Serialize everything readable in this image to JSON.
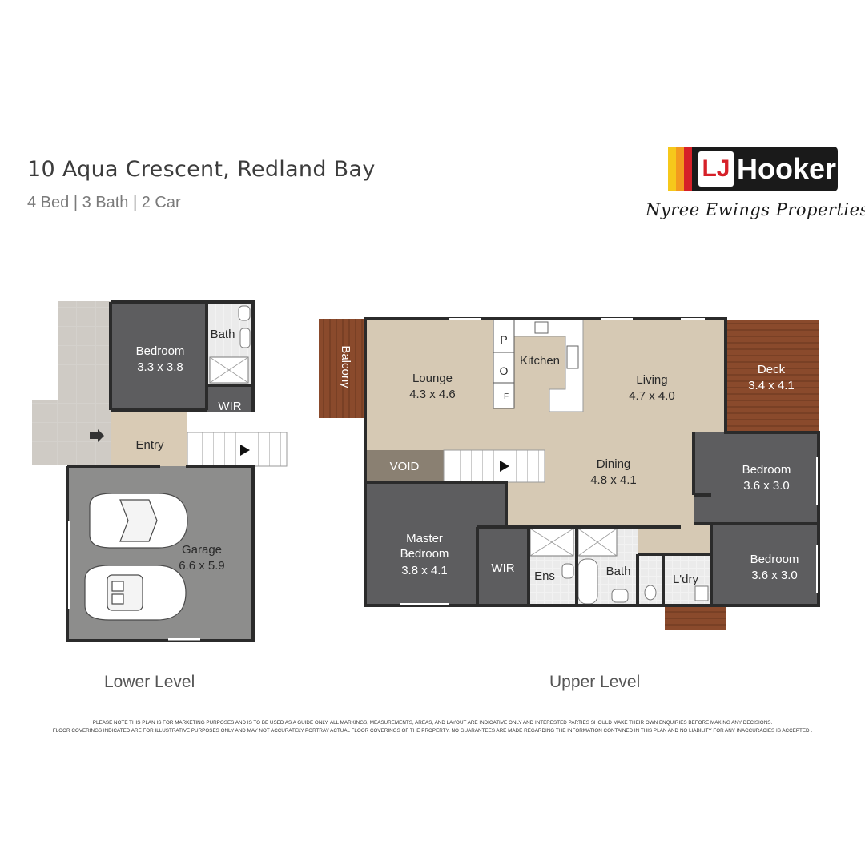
{
  "header": {
    "address": "10 Aqua Crescent, Redland Bay",
    "features": "4 Bed | 3 Bath | 2 Car"
  },
  "brand": {
    "logo_lj": "LJ",
    "logo_name": "Hooker",
    "agency": "Nyree Ewings Properties",
    "colors": {
      "red": "#d62028",
      "orange": "#f39a1e",
      "yellow": "#f6c81b",
      "black": "#1a1a1a"
    }
  },
  "lower_level": {
    "label": "Lower Level",
    "rooms": {
      "bedroom": "Bedroom",
      "bedroom_size": "3.3 x 3.8",
      "bath": "Bath",
      "wir": "WIR",
      "entry": "Entry",
      "garage": "Garage",
      "garage_size": "6.6 x 5.9"
    }
  },
  "upper_level": {
    "label": "Upper Level",
    "rooms": {
      "balcony": "Balcony",
      "lounge": "Lounge",
      "lounge_size": "4.3 x 4.6",
      "pantry": "P",
      "oven": "O",
      "fridge": "F",
      "kitchen": "Kitchen",
      "living": "Living",
      "living_size": "4.7 x 4.0",
      "deck": "Deck",
      "deck_size": "3.4 x 4.1",
      "void": "VOID",
      "dining": "Dining",
      "dining_size": "4.8 x 4.1",
      "bedroom2": "Bedroom",
      "bedroom2_size": "3.6 x 3.0",
      "master": "Master",
      "master2": "Bedroom",
      "master_size": "3.8 x 4.1",
      "wir": "WIR",
      "ens": "Ens",
      "bath": "Bath",
      "laundry": "L'dry",
      "bedroom3": "Bedroom",
      "bedroom3_size": "3.6 x 3.0"
    }
  },
  "disclaimer": {
    "line1": "PLEASE NOTE THIS PLAN IS FOR MARKETING PURPOSES AND IS TO BE USED AS A GUIDE ONLY.  ALL MARKINGS, MEASUREMENTS, AREAS, AND LAYOUT ARE INDICATIVE ONLY AND INTERESTED PARTIES SHOULD MAKE THEIR OWN ENQUIRIES BEFORE MAKING ANY DECISIONS.",
    "line2": "FLOOR COVERINGS INDICATED ARE FOR ILLUSTRATIVE PURPOSES ONLY AND MAY NOT ACCURATELY PORTRAY ACTUAL FLOOR COVERINGS OF THE PROPERTY.  NO GUARANTEES ARE MADE REGARDING THE INFORMATION CONTAINED IN THIS PLAN AND NO LIABILITY FOR  ANY INACCURACIES IS ACCEPTED ."
  }
}
